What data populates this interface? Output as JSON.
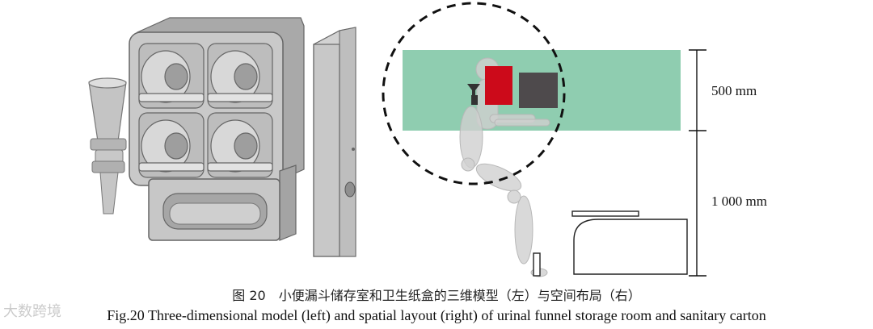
{
  "labels": {
    "dim_500": "500 mm",
    "dim_1000": "1 000 mm"
  },
  "caption": {
    "cn": "图 20　小便漏斗储存室和卫生纸盒的三维模型（左）与空间布局（右）",
    "en": "Fig.20 Three-dimensional model (left) and spatial layout (right) of urinal funnel storage room and sanitary carton"
  },
  "watermark": "大数跨境",
  "colors": {
    "zone": "#8fcdb0",
    "red_box": "#cc0a1a",
    "dark_box": "#4e4a4c",
    "model_gray": "#b9b9b9",
    "human": "#cfcfcf"
  }
}
